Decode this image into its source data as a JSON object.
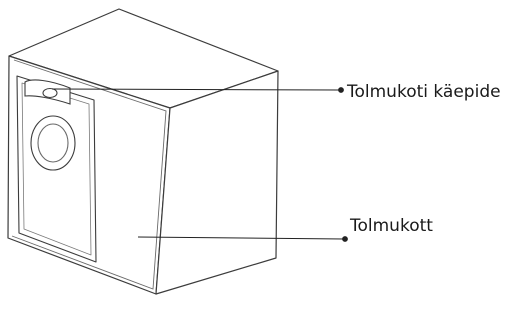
{
  "callouts": [
    {
      "id": "handle",
      "text": "Tolmukoti käepide"
    },
    {
      "id": "bag",
      "text": "Tolmukott"
    }
  ],
  "colors": {
    "stroke": "#3c3c3c",
    "fill": "#ffffff",
    "leader": "#222222"
  }
}
